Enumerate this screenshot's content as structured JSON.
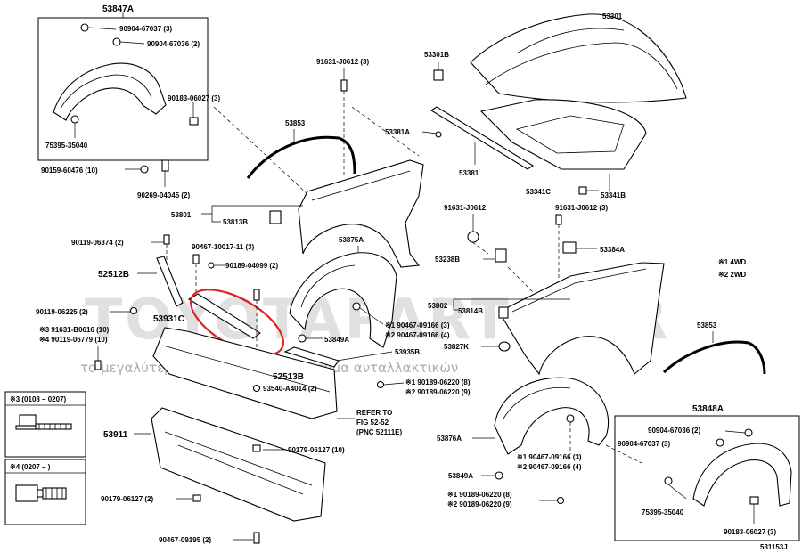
{
  "watermark": {
    "brand": "TOYOTAPARTS.GR",
    "tagline": "το μεγαλύτερο ηλεκτρονικό κατάστημα ανταλλακτικών"
  },
  "doc_number": "531153J",
  "legend": {
    "mark1": "※1  4WD",
    "mark2": "※2  2WD"
  },
  "insert_box_1": {
    "label": "※3 (0108 – 0207)"
  },
  "insert_box_2": {
    "label": "※4 (0207 –       )"
  },
  "refer_note": [
    "REFER TO",
    "FIG 52-52",
    "(PNC 52111E)"
  ],
  "box_a": {
    "title": "53847A",
    "parts": [
      "90904-67037 (3)",
      "90904-67036 (2)",
      "90183-06027 (3)",
      "75395-35040"
    ]
  },
  "box_b": {
    "title": "53848A",
    "parts": [
      "90904-67036 (2)",
      "90904-67037 (3)",
      "75395-35040",
      "90183-06027 (3)"
    ]
  },
  "labels": {
    "p53301": "53301",
    "p53301b": "53301B",
    "p53341b": "53341B",
    "p53341c": "53341C",
    "p53381": "53381",
    "p53381a": "53381A",
    "p91631_top": "91631-J0612 (3)",
    "p53853_left": "53853",
    "p53853_right": "53853",
    "p53801": "53801",
    "p53813b": "53813B",
    "p53875a": "53875A",
    "p53802": "53802",
    "p53814b": "53814B",
    "p53827k": "53827K",
    "p53238b": "53238B",
    "p91631_mid": "91631-J0612",
    "p91631_right": "91631-J0612 (3)",
    "p53384a": "53384A",
    "p90159": "90159-60476 (10)",
    "p90269": "90269-04045 (2)",
    "p90119_06374": "90119-06374 (2)",
    "p90467_10017": "90467-10017-11 (3)",
    "p90189_04099": "90189-04099 (2)",
    "p52512b": "52512B",
    "p90119_06225": "90119-06225 (2)",
    "p53931c": "53931C",
    "p91631_b0616": "※3  91631-B0616 (10)",
    "p90119_06779": "※4  90119-06779 (10)",
    "p53849a_top": "53849A",
    "p90467_09166_1": "※1 90467-09166 (3)",
    "p90467_09166_2": "※2 90467-09166 (4)",
    "p53935b": "53935B",
    "p52513b": "52513B",
    "p93540": "93540-A4014 (2)",
    "p90189_06220_1": "※1 90189-06220 (8)",
    "p90189_06220_2": "※2 90189-06220 (9)",
    "p53911": "53911",
    "p90179_a": "90179-06127 (10)",
    "p90179_b": "90179-06127 (2)",
    "p90467_09195": "90467-09195 (2)",
    "p53876a": "53876A",
    "p90467_09166_3": "※1  90467-09166 (3)",
    "p90467_09166_4": "※2  90467-09166 (4)",
    "p53849a_bottom": "53849A",
    "p90189_06220_3": "※1 90189-06220 (8)",
    "p90189_06220_4": "※2 90189-06220 (9)"
  },
  "highlight_color": "#e0201c"
}
